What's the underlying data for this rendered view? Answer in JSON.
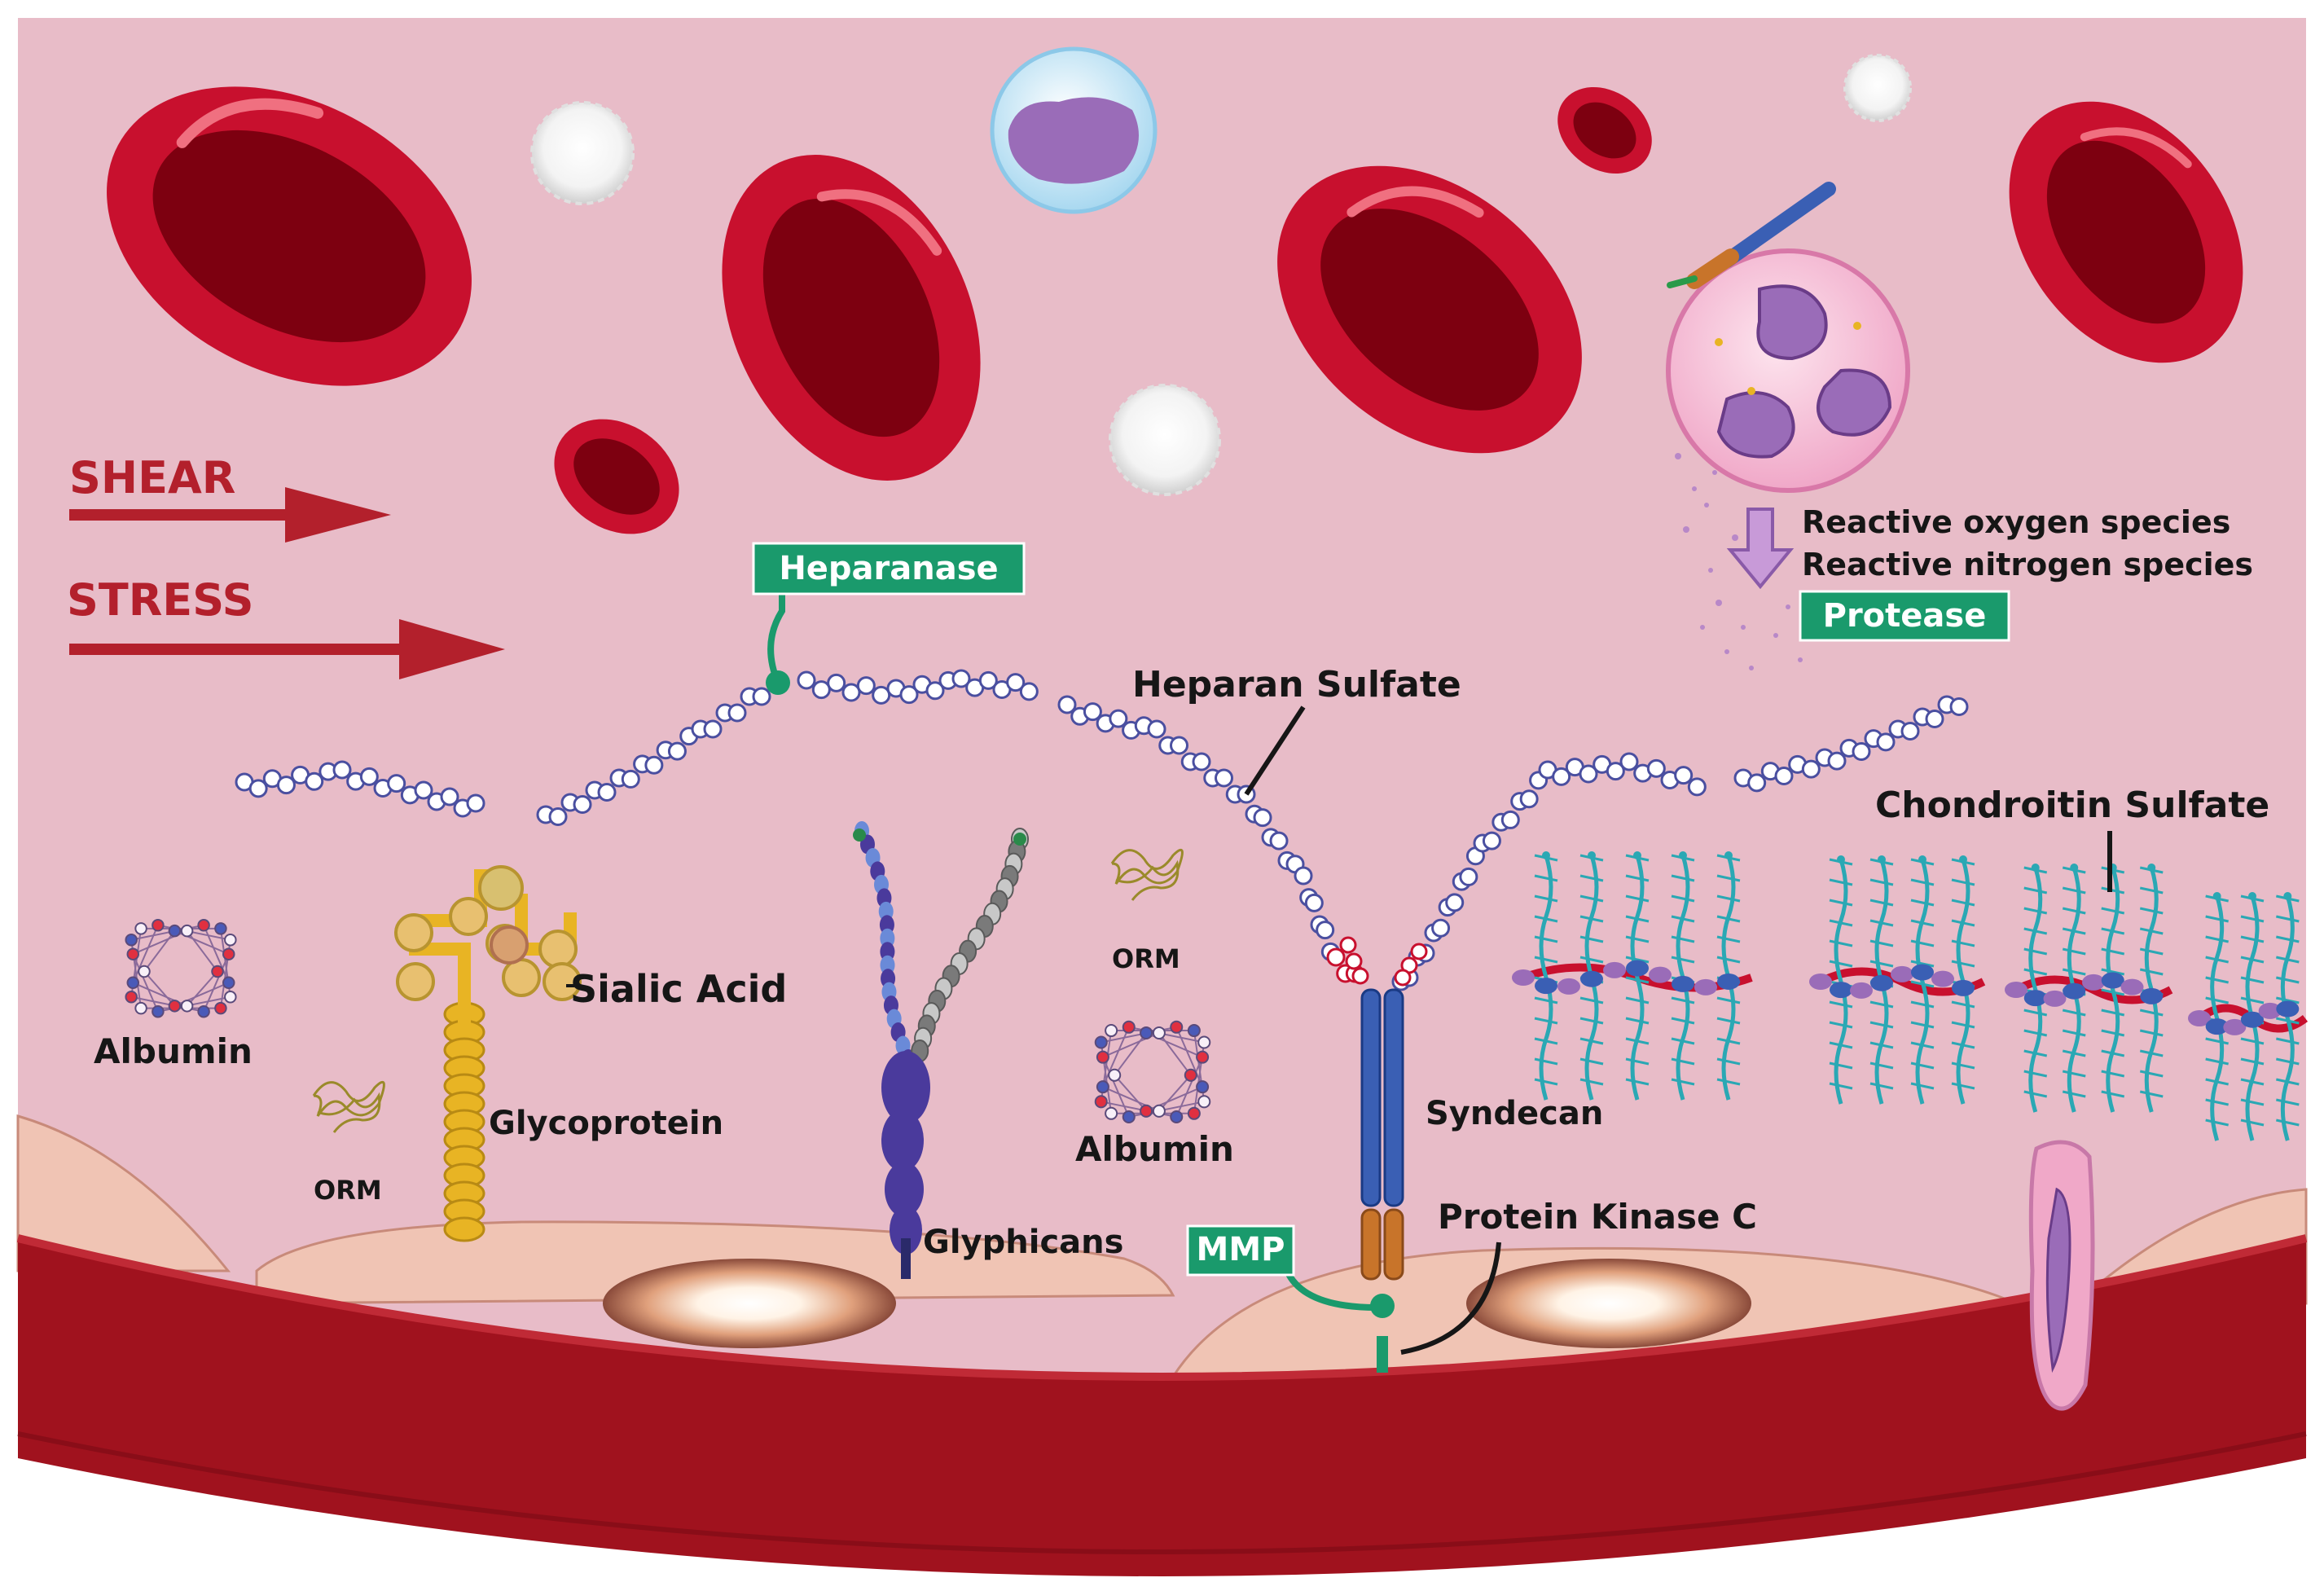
{
  "labels": {
    "shear": "SHEAR",
    "stress": "STRESS",
    "heparanase": "Heparanase",
    "heparan_sulfate": "Heparan Sulfate",
    "chondroitin_sulfate": "Chondroitin Sulfate",
    "ros": "Reactive oxygen species",
    "rns": "Reactive nitrogen species",
    "protease": "Protease",
    "albumin_left": "Albumin",
    "albumin_center": "Albumin",
    "sialic_acid": "Sialic Acid",
    "glycoprotein": "Glycoprotein",
    "orm_left": "ORM",
    "orm_center": "ORM",
    "glyphicans": "Glyphicans",
    "syndecan": "Syndecan",
    "mmp": "MMP",
    "protein_kinase_c": "Protein Kinase C"
  },
  "colors": {
    "lumen": "#e8bcc8",
    "rbc": "#c8102e",
    "rbc_dark": "#7d0010",
    "vessel_wall": "#a0121e",
    "endothelium": "#f0c4b4",
    "enzyme_box": "#1a9a6c",
    "shear_arrow": "#b3202c",
    "glycan_bead": "#ffffff",
    "glycan_outline": "#4a4fa0",
    "syndecan_blue": "#3a5fb4",
    "syndecan_orange": "#c8742a",
    "glycoprotein": "#e8b424",
    "glyphican_purple": "#4a3a9c",
    "chondroitin_teal": "#2aa8b4"
  }
}
